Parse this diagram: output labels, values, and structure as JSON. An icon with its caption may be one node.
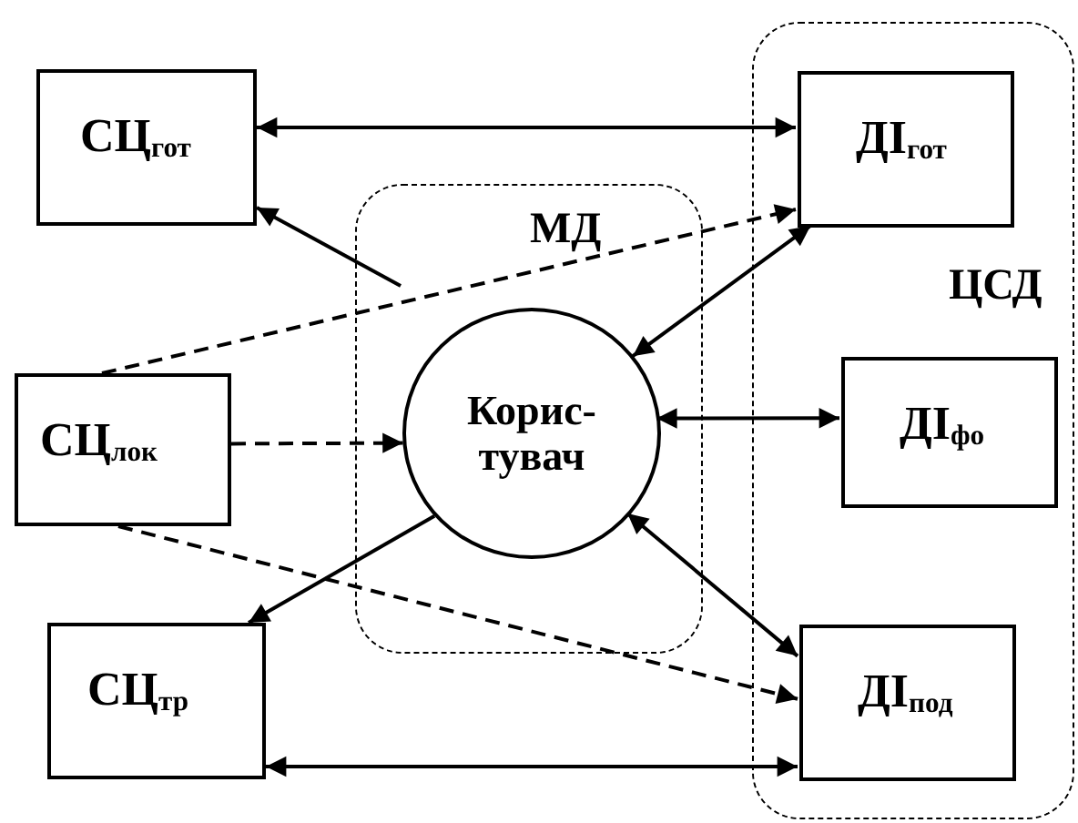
{
  "diagram": {
    "nodes": [
      {
        "text": [
          "МД"
        ]
      },
      {
        "text": [
          "ЦСД"
        ]
      },
      {
        "text": [
          "СЦ$_{гот}$"
        ]
      },
      {
        "text": [
          "СЦ$_{лок}$"
        ]
      },
      {
        "text": [
          "СЦ$_{тр}$"
        ]
      },
      {
        "text": [
          "ДІ$_{гот}$"
        ],
        "in": 1
      },
      {
        "text": [
          "ДІ$_{фо}$"
        ],
        "in": 1
      },
      {
        "text": [
          "ДІ$_{под}$"
        ],
        "in": 1
      },
      {
        "text": [
          "Корис- тувач"
        ],
        "in": 0
      }
    ],
    "edges": [
      {
        "from": 2,
        "to": 5,
        "arrow": "both"
      },
      {
        "from": null,
        "to": 2,
        "arrow": "to"
      },
      {
        "from": 3,
        "to": 5,
        "arrow": "to",
        "style": "dashed"
      },
      {
        "from": 3,
        "to": 8,
        "arrow": "to",
        "style": "dashed"
      },
      {
        "from": 5,
        "to": 8,
        "arrow": "both"
      },
      {
        "from": 8,
        "to": 6,
        "arrow": "both"
      },
      {
        "from": 3,
        "to": 7,
        "arrow": "to",
        "style": "dashed"
      },
      {
        "from": 8,
        "to": 4,
        "arrow": "to"
      },
      {
        "from": 8,
        "to": 7,
        "arrow": "both"
      },
      {
        "from": 4,
        "to": 7,
        "arrow": "both"
      }
    ]
  }
}
